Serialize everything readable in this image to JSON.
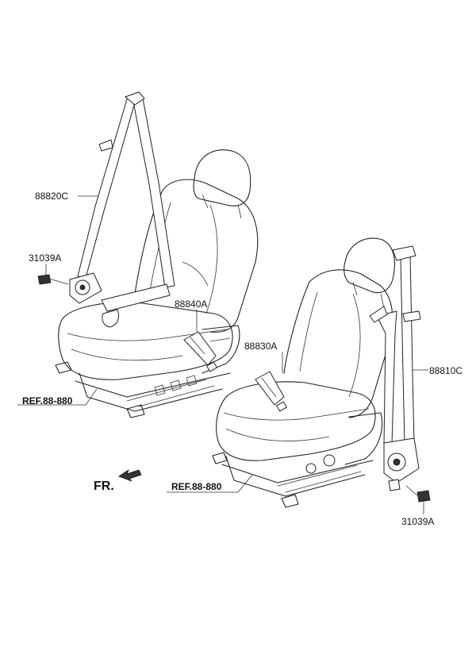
{
  "labels": {
    "belt_front_left": "88820C",
    "bolt_left": "31039A",
    "buckle_left": "88840A",
    "buckle_right": "88830A",
    "belt_front_right": "88810C",
    "bolt_right": "31039A",
    "ref_left": "REF.88-880",
    "ref_right": "REF.88-880",
    "front_indicator": "FR."
  },
  "colors": {
    "line": "#222222",
    "background": "#ffffff"
  },
  "icons": {
    "front_arrow": "arrow-down-left-icon"
  }
}
